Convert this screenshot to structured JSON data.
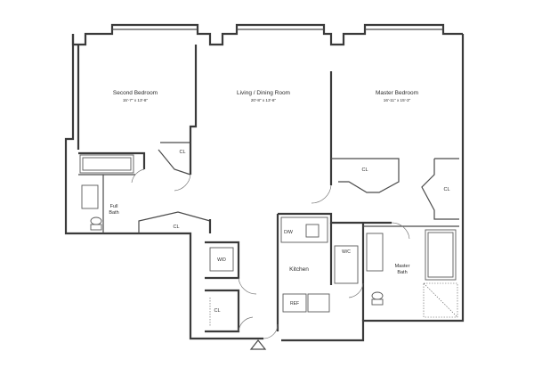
{
  "rooms": {
    "second_bedroom": {
      "name": "Second Bedroom",
      "dims": "15'-7\" x 13'-8\""
    },
    "living_dining": {
      "name": "Living / Dining Room",
      "dims": "20'-8\" x 13'-8\""
    },
    "master_bedroom": {
      "name": "Master Bedroom",
      "dims": "16'-11\" x 15'-3\""
    },
    "full_bath": {
      "line1": "Full",
      "line2": "Bath"
    },
    "master_bath": {
      "line1": "Master",
      "line2": "Bath"
    },
    "kitchen": {
      "name": "Kitchen"
    }
  },
  "closets": {
    "cl_second_bedroom": "CL",
    "cl_hall": "CL",
    "cl_master_1": "CL",
    "cl_master_2": "CL",
    "cl_entry": "CL"
  },
  "appliances": {
    "dishwasher": "D/W",
    "washer_dryer": "W/D",
    "wc": "W/C",
    "refrigerator": "REF"
  },
  "colors": {
    "walls": "#3a3a3a",
    "fixtures": "#5a5a5a",
    "background": "#ffffff"
  }
}
